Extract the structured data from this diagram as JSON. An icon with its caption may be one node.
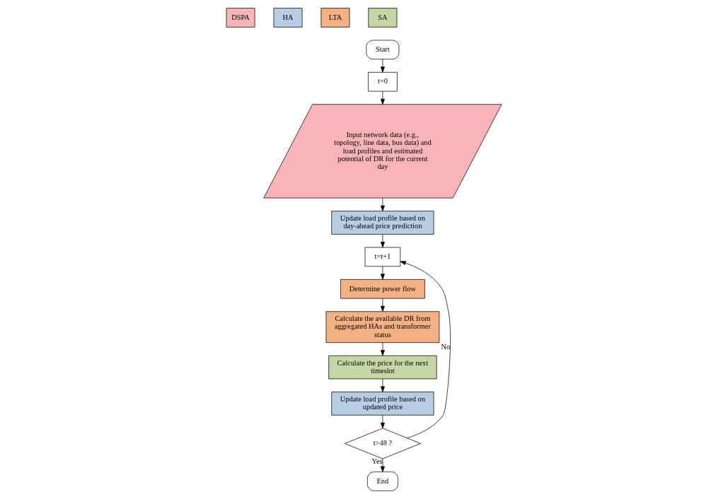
{
  "diagram": {
    "nodes": [
      {
        "text": [
          "Start"
        ]
      },
      {
        "text": [
          "t=0"
        ]
      },
      {
        "text": [
          "Input network data (e.g., topology, line data, bus data) and load profiles and estimated potential of DR for the current day"
        ]
      },
      {
        "text": [
          "Update load profile based on day-ahead price prediction"
        ]
      },
      {
        "text": [
          "t=t+1"
        ]
      },
      {
        "text": [
          "Determine power flow"
        ]
      },
      {
        "text": [
          "Calculate the available DR from aggregated HAs and transformer status"
        ]
      },
      {
        "text": [
          "Calculate the price for the next timeslot"
        ]
      },
      {
        "text": [
          "Update load profile based on updated price"
        ]
      },
      {
        "text": [
          "t>48 ?"
        ]
      },
      {
        "text": [
          "End"
        ]
      }
    ],
    "edges": [
      {
        "from": 0,
        "to": 1,
        "arrow": "to"
      },
      {
        "from": 1,
        "to": 2,
        "arrow": "to"
      },
      {
        "from": 2,
        "to": 3,
        "arrow": "to"
      },
      {
        "from": 3,
        "to": 4,
        "arrow": "to"
      },
      {
        "from": 4,
        "to": 5,
        "arrow": "to"
      },
      {
        "from": 5,
        "to": 6,
        "arrow": "to"
      },
      {
        "from": 6,
        "to": 7,
        "arrow": "to"
      },
      {
        "from": 7,
        "to": 8,
        "arrow": "to"
      },
      {
        "from": 8,
        "to": 9,
        "arrow": "to"
      },
      {
        "from": 9,
        "to": 4,
        "arrow": "to",
        "label": "No"
      },
      {
        "from": 9,
        "to": 10,
        "arrow": "to",
        "label": "Yes"
      }
    ],
    "legend": [
      {
        "text": "DSPA",
        "color": "#f8b4b8"
      },
      {
        "text": "HA",
        "color": "#b8cce4"
      },
      {
        "text": "LTA",
        "color": "#f4b183"
      },
      {
        "text": "SA",
        "color": "#c5d5a4"
      }
    ]
  }
}
